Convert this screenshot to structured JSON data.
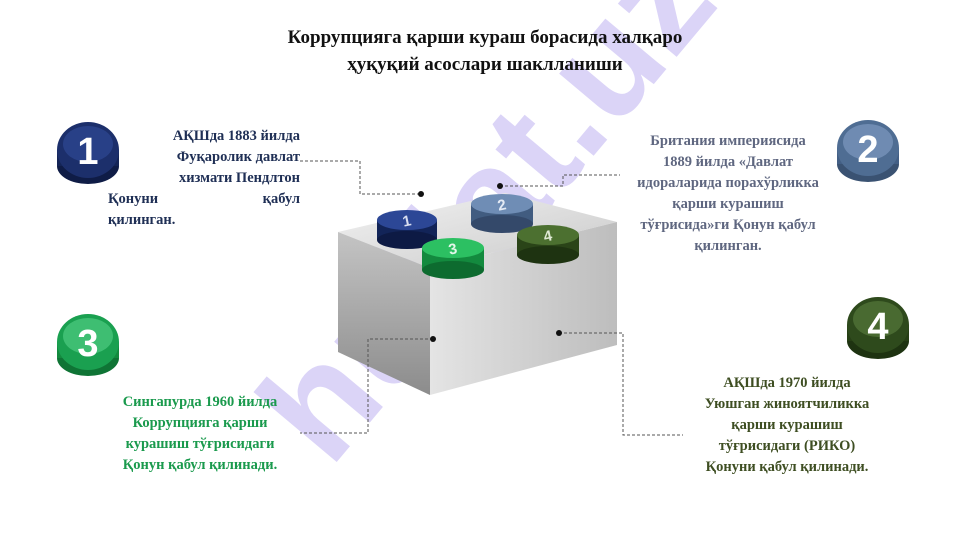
{
  "title": {
    "line1": "Коррупцияга қарши кураш борасида халқаро",
    "line2": "ҳуқуқий асослари шаклланиши"
  },
  "watermark": "hujjat.uz",
  "colors": {
    "badge1": "#1c2f6b",
    "badge2": "#4f6d93",
    "badge3": "#1aa050",
    "badge4": "#2e4a1c",
    "watermark": "#cfc6f5"
  },
  "items": [
    {
      "number": "1",
      "lines": [
        "АҚШда 1883 йилда",
        "Фуқаролик давлат",
        "хизмати Пендлтон",
        "Қонуни қабул",
        "қилинган."
      ]
    },
    {
      "number": "2",
      "lines": [
        "Британия империясида",
        "1889 йилда «Давлат",
        "идораларида порахўрликка",
        "қарши курашиш",
        "тўғрисида»ги Қонун қабул",
        "қилинган."
      ]
    },
    {
      "number": "3",
      "lines": [
        "Сингапурда 1960 йилда",
        "Коррупцияга қарши",
        "курашиш тўғрисидаги",
        "Қонун қабул қилинади."
      ]
    },
    {
      "number": "4",
      "lines": [
        "АҚШда 1970 йилда",
        "Уюшган жиноятчиликка",
        "қарши курашиш",
        "тўғрисидаги (РИКО)",
        "Қонуни қабул қилинади."
      ]
    }
  ]
}
